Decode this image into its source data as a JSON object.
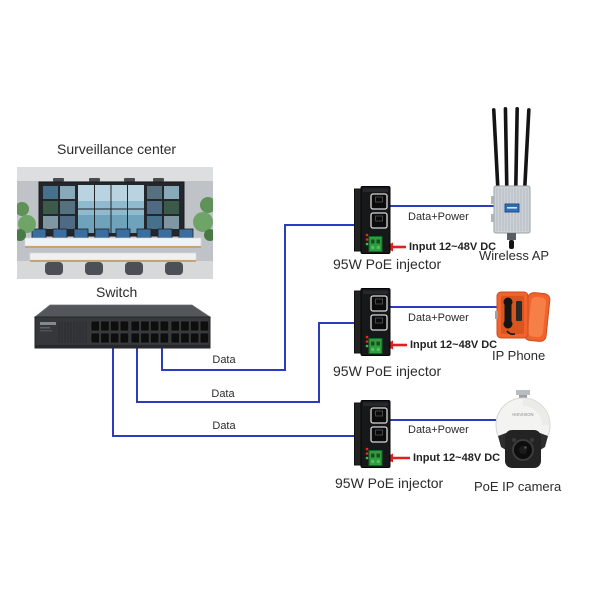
{
  "scene": {
    "surveillance_title": "Surveillance center",
    "switch_label": "Switch",
    "injector_label": "95W PoE injector",
    "ap_label": "Wireless AP",
    "phone_label": "IP Phone",
    "camera_label": "PoE IP camera",
    "camera_brand": "HIKVISION",
    "link_labels": {
      "data": "Data",
      "data_power": "Data+Power",
      "dc_input": "Input 12~48V DC"
    },
    "colors": {
      "link_line": "#2d3cbe",
      "arrow_red": "#e02020",
      "injector_terminal_green": "#2f9e3f",
      "phone_orange": "#f2622d",
      "label_text": "#2b2b2b"
    }
  }
}
